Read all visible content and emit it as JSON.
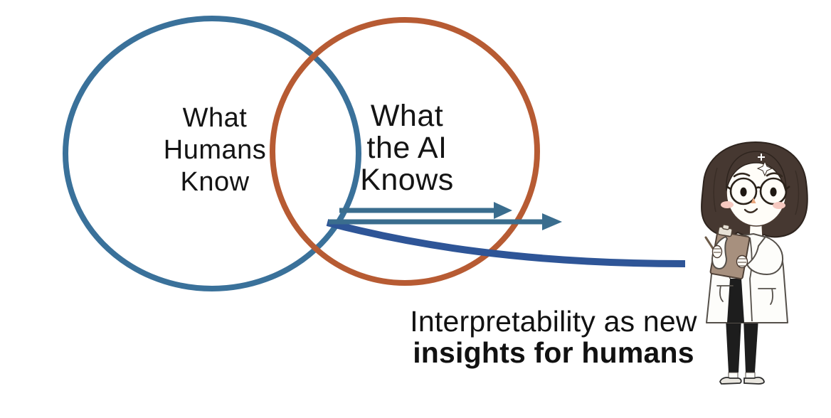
{
  "background": "#ffffff",
  "venn": {
    "left_circle": {
      "lines": [
        "What",
        "Humans",
        "Know"
      ],
      "stroke": "#3a719a"
    },
    "right_circle": {
      "lines": [
        "What",
        "the AI",
        "Knows"
      ],
      "stroke": "#b75b33"
    }
  },
  "arrows": {
    "straight_color": "#3a6d8e",
    "curve_color": "#2e5597"
  },
  "caption": {
    "line1": "Interpretability as new",
    "line2": "insights for humans"
  },
  "illustration": {
    "name": "scientist-with-clipboard-illustration"
  },
  "text_color": "#141414"
}
